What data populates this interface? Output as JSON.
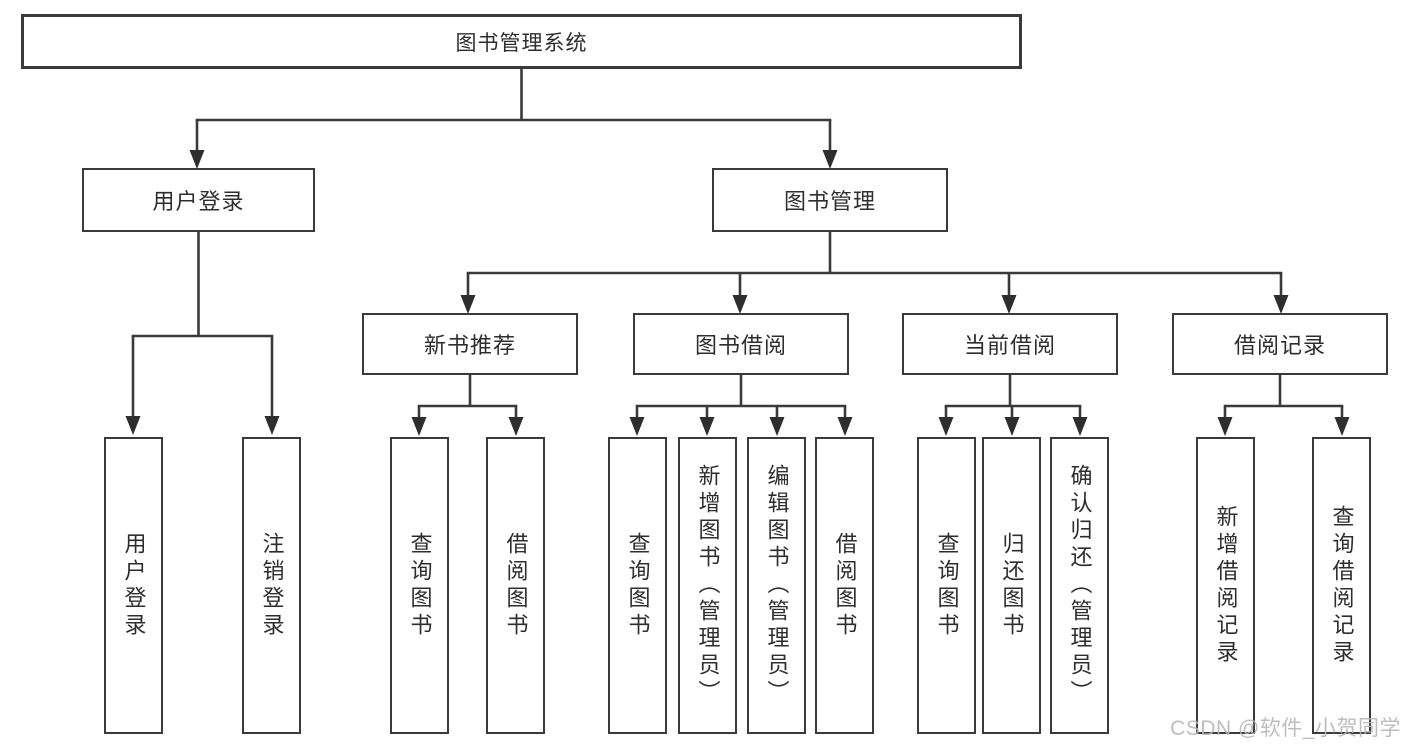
{
  "root": {
    "label": "图书管理系统"
  },
  "level2": {
    "user_login": {
      "label": "用户登录"
    },
    "book_management": {
      "label": "图书管理"
    }
  },
  "level3": {
    "new_book_recommend": {
      "label": "新书推荐"
    },
    "book_borrow": {
      "label": "图书借阅"
    },
    "current_borrow": {
      "label": "当前借阅"
    },
    "borrow_records": {
      "label": "借阅记录"
    }
  },
  "leaves": [
    {
      "label": "用户登录"
    },
    {
      "label": "注销登录"
    },
    {
      "label": "查询图书"
    },
    {
      "label": "借阅图书"
    },
    {
      "label": "查询图书"
    },
    {
      "label": "新增图书（管理员）"
    },
    {
      "label": "编辑图书（管理员）"
    },
    {
      "label": "借阅图书"
    },
    {
      "label": "查询图书"
    },
    {
      "label": "归还图书"
    },
    {
      "label": "确认归还（管理员）"
    },
    {
      "label": "新增借阅记录"
    },
    {
      "label": "查询借阅记录"
    }
  ],
  "watermark": {
    "text": "CSDN @软件_小贺同学"
  },
  "colors": {
    "line": "#3a3a3a",
    "arrow": "#2e2e2e",
    "text": "#2e2e2e",
    "watermark": "#b6b6b6",
    "background": "#ffffff"
  }
}
